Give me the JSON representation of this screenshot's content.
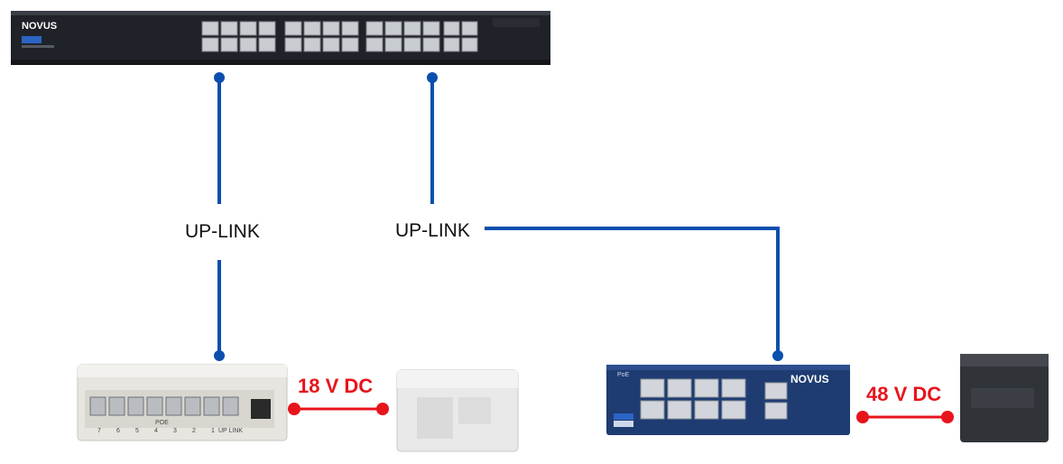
{
  "colors": {
    "link": "#0b4fae",
    "power": "#e8141c",
    "chassis_dark": "#1f2228",
    "chassis_blue": "#1f3c72"
  },
  "main_switch": {
    "brand": "NOVUS"
  },
  "left_switch": {
    "port_numbers": [
      "7",
      "6",
      "5",
      "4",
      "3",
      "2",
      "1"
    ],
    "poe_label": "POE",
    "uplink_label": "UP LINK"
  },
  "right_switch": {
    "brand": "NOVUS",
    "poe_label": "PoE"
  },
  "links": [
    {
      "label": "UP-LINK"
    },
    {
      "label": "UP-LINK"
    }
  ],
  "power": [
    {
      "label": "18 V DC"
    },
    {
      "label": "48 V DC"
    }
  ]
}
